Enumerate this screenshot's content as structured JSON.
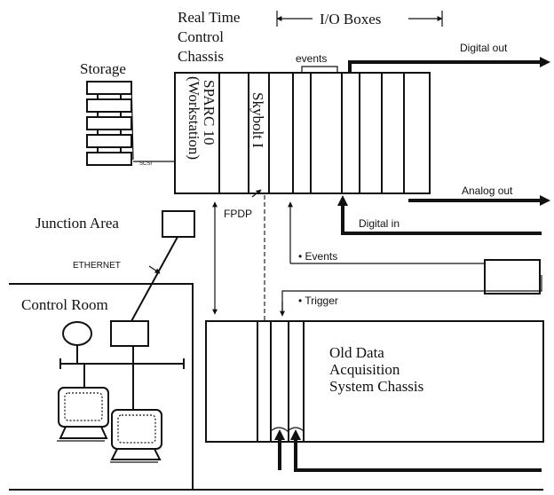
{
  "labels": {
    "real_time_line1": "Real Time",
    "real_time_line2": "Control",
    "real_time_line3": "Chassis",
    "io_boxes": "I/O Boxes",
    "events_top": "events",
    "digital_out": "Digital out",
    "storage": "Storage",
    "scsi": "SCSI",
    "sparc_line1": "SPARC 10",
    "sparc_line2": "(Workstation)",
    "skybolt": "Skybolt I",
    "analog_out": "Analog out",
    "junction_area": "Junction Area",
    "fpdp": "FPDP",
    "digital_in": "Digital in",
    "events_bullet": "• Events",
    "ethernet": "ETHERNET",
    "control_room": "Control Room",
    "trigger_bullet": "• Trigger",
    "old_line1": "Old Data",
    "old_line2": "Acquisition",
    "old_line3": "System Chassis"
  },
  "colors": {
    "ink": "#111111",
    "background": "#ffffff"
  }
}
